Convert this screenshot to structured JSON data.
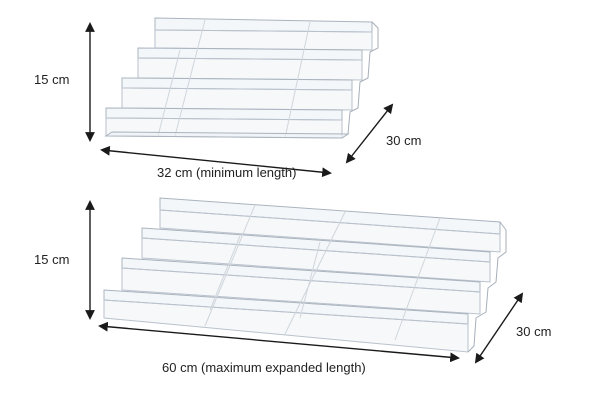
{
  "top_product": {
    "height_label": "15 cm",
    "depth_label": "30 cm",
    "length_label": "32 cm (minimum length)"
  },
  "bottom_product": {
    "height_label": "15 cm",
    "depth_label": "30 cm",
    "length_label": "60 cm (maximum expanded length)"
  },
  "colors": {
    "background": "#ffffff",
    "arrow": "#1a1a1a",
    "acrylic_edge": "#a6afb9"
  }
}
